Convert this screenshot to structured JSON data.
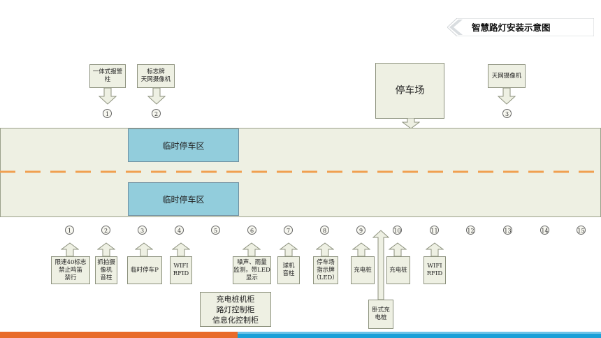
{
  "title": "智慧路灯安装示意图",
  "colors": {
    "road": "#eef0e3",
    "zone": "#92cddc",
    "dash": "#f0a050",
    "accent_orange": "#e86b2a",
    "accent_blue": "#1aa0d8"
  },
  "zones": {
    "top": "临时停车区",
    "bottom": "临时停车区"
  },
  "top_callouts": [
    {
      "label": "一体式报警柱",
      "num": "1"
    },
    {
      "label": "标志牌\n天网摄像机",
      "num": "2"
    },
    {
      "label": "天网摄像机",
      "num": "3"
    }
  ],
  "parking": "停车场",
  "bottom_nums": [
    "1",
    "2",
    "3",
    "4",
    "5",
    "6",
    "7",
    "8",
    "9",
    "10",
    "11",
    "12",
    "13",
    "14",
    "15"
  ],
  "bottom_callouts": [
    {
      "label": "限速40标志\n禁止鸣笛\n禁行"
    },
    {
      "label": "抓拍摄\n像机\n音柱"
    },
    {
      "label": "临时停车P"
    },
    {
      "label": "WIFI\nRFID"
    },
    {
      "label": "噪声、雨量\n监测，带LED\n显示"
    },
    {
      "label": "球机\n音柱"
    },
    {
      "label": "停车场\n指示牌\n（LED）"
    },
    {
      "label": "充电桩"
    },
    {
      "label": "充电桩"
    },
    {
      "label": "WIFI\nRFID"
    }
  ],
  "cabinet": "充电桩机柜\n路灯控制柜\n信息化控制柜",
  "ground_charger": "卧式充\n电桩"
}
